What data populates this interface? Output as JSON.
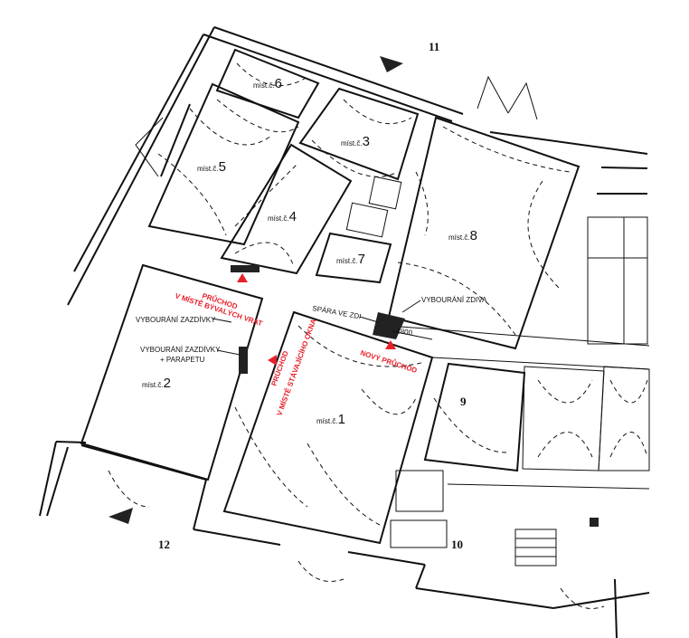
{
  "rooms": [
    {
      "prefix": "míst.č.",
      "number": "1"
    },
    {
      "prefix": "míst.č.",
      "number": "2"
    },
    {
      "prefix": "míst.č.",
      "number": "3"
    },
    {
      "prefix": "míst.č.",
      "number": "4"
    },
    {
      "prefix": "míst.č.",
      "number": "5"
    },
    {
      "prefix": "míst.č.",
      "number": "6"
    },
    {
      "prefix": "míst.č.",
      "number": "7"
    },
    {
      "prefix": "míst.č.",
      "number": "8"
    }
  ],
  "outer_labels": {
    "n9": "9",
    "n10": "10",
    "n11": "11",
    "n12": "12"
  },
  "notes": {
    "vybourani_zdiva": "VYBOURÁNÍ ZDIVA",
    "spara_ve_zdi": "SPÁRA VE ZDI",
    "dimension": "1800",
    "vybourani_zazdivky": "VYBOURÁNÍ ZAZDÍVKY",
    "vybourani_zazdivky_parapetu_1": "VYBOURÁNÍ ZAZDÍVKY",
    "vybourani_zazdivky_parapetu_2": "+ PARAPETU"
  },
  "red_notes": {
    "pruchod_1": "PRŮCHOD",
    "pruchod_2": "V MÍSTĚ BÝVALÝCH VRAT",
    "novy_pruchod": "NOVÝ PRŮCHOD",
    "pruchod_okna_1": "PRŮCHOD",
    "pruchod_okna_2": "V MÍSTĚ STÁVAJÍCÍHO OKNA"
  },
  "colors": {
    "walls": "#111111",
    "demolition": "#e8202a",
    "background": "#ffffff"
  }
}
